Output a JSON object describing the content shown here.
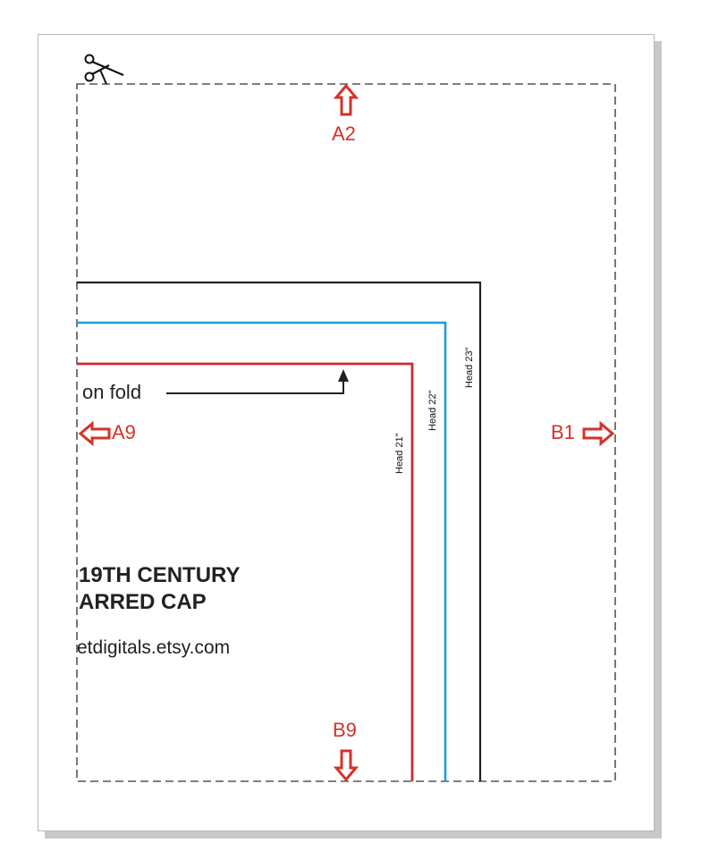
{
  "labels": {
    "a2": "A2",
    "a9": "A9",
    "b1": "B1",
    "b9": "B9"
  },
  "fold_text": "on fold",
  "title": {
    "line1": "19TH CENTURY",
    "line2": "ARRED CAP"
  },
  "url": "etdigitals.etsy.com",
  "head_sizes": {
    "head21": "Head 21\"",
    "head22": "Head 22\"",
    "head23": "Head 23\""
  },
  "colors": {
    "arrow_red": "#d3322a",
    "line_red": "#cc2a2a",
    "line_blue": "#1e9cd7",
    "line_black": "#222222",
    "dashed_border": "#555555"
  },
  "icons": {
    "scissors": "scissors-icon",
    "arrow": "outline-arrow-icon"
  }
}
